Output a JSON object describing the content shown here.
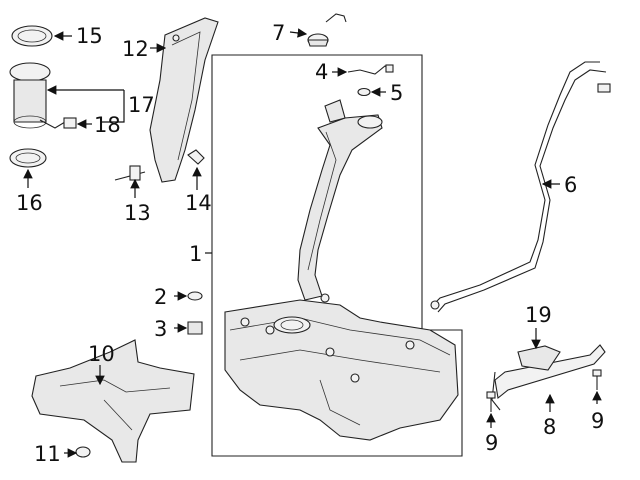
{
  "callouts": {
    "c1": "1",
    "c2": "2",
    "c3": "3",
    "c4": "4",
    "c5": "5",
    "c6": "6",
    "c7": "7",
    "c8": "8",
    "c9a": "9",
    "c9b": "9",
    "c10": "10",
    "c11": "11",
    "c12": "12",
    "c13": "13",
    "c14": "14",
    "c15": "15",
    "c16": "16",
    "c17": "17",
    "c18": "18",
    "c19": "19"
  }
}
